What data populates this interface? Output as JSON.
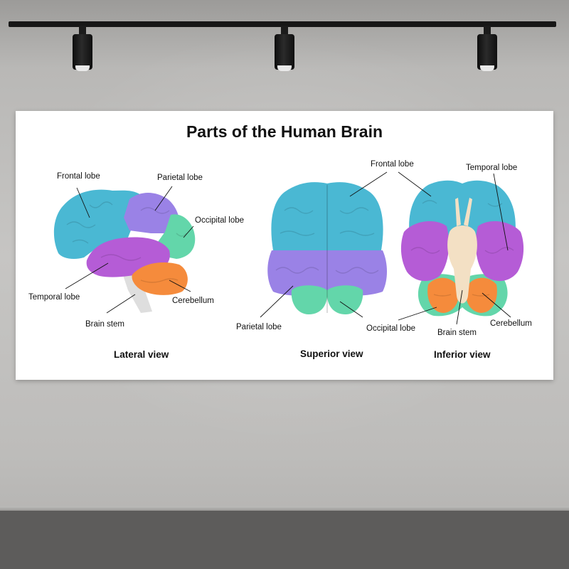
{
  "title": "Parts of the Human Brain",
  "colors": {
    "frontal": "#4ab8d3",
    "parietal": "#9a82e6",
    "temporal": "#b55cd6",
    "occipital": "#63d6aa",
    "cerebellum": "#f58b3c",
    "brainstem": "#dedede",
    "brainstem_inferior": "#f3e0c4"
  },
  "views": {
    "lateral": {
      "caption": "Lateral view",
      "labels": {
        "frontal": "Frontal lobe",
        "parietal": "Parietal lobe",
        "occipital": "Occipital lobe",
        "temporal": "Temporal lobe",
        "brainstem": "Brain stem",
        "cerebellum": "Cerebellum"
      }
    },
    "superior": {
      "caption": "Superior view",
      "labels": {
        "parietal": "Parietal lobe",
        "occipital": "Occipital lobe"
      }
    },
    "inferior": {
      "caption": "Inferior view",
      "labels": {
        "frontal": "Frontal lobe",
        "temporal": "Temporal lobe",
        "brainstem": "Brain stem",
        "cerebellum": "Cerebellum"
      }
    }
  }
}
